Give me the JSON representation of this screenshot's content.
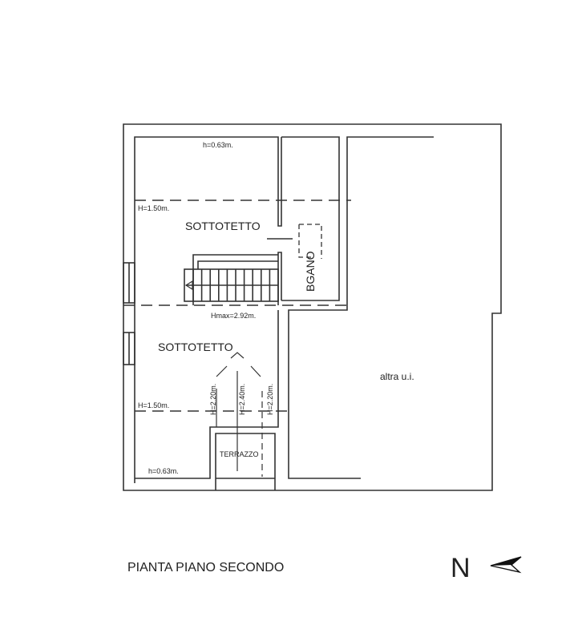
{
  "plan": {
    "labels": {
      "h_top": "h=0.63m.",
      "H_upper": "H=1.50m.",
      "sottotetto_upper": "SOTTOTETTO",
      "bagno": "BGANO",
      "hmax": "Hmax=2.92m.",
      "sottotetto_lower": "SOTTOTETTO",
      "H_lower": "H=1.50m.",
      "h_220_left": "H=2.20m.",
      "h_240": "H=2.40m.",
      "h_220_right": "H=2.20m.",
      "terrazzo": "TERRAZZO",
      "h_bottom": "h=0.63m.",
      "altra": "altra u.i."
    }
  },
  "title": "PIANTA PIANO SECONDO",
  "north": {
    "label": "N",
    "icon": "north-arrow-icon"
  }
}
